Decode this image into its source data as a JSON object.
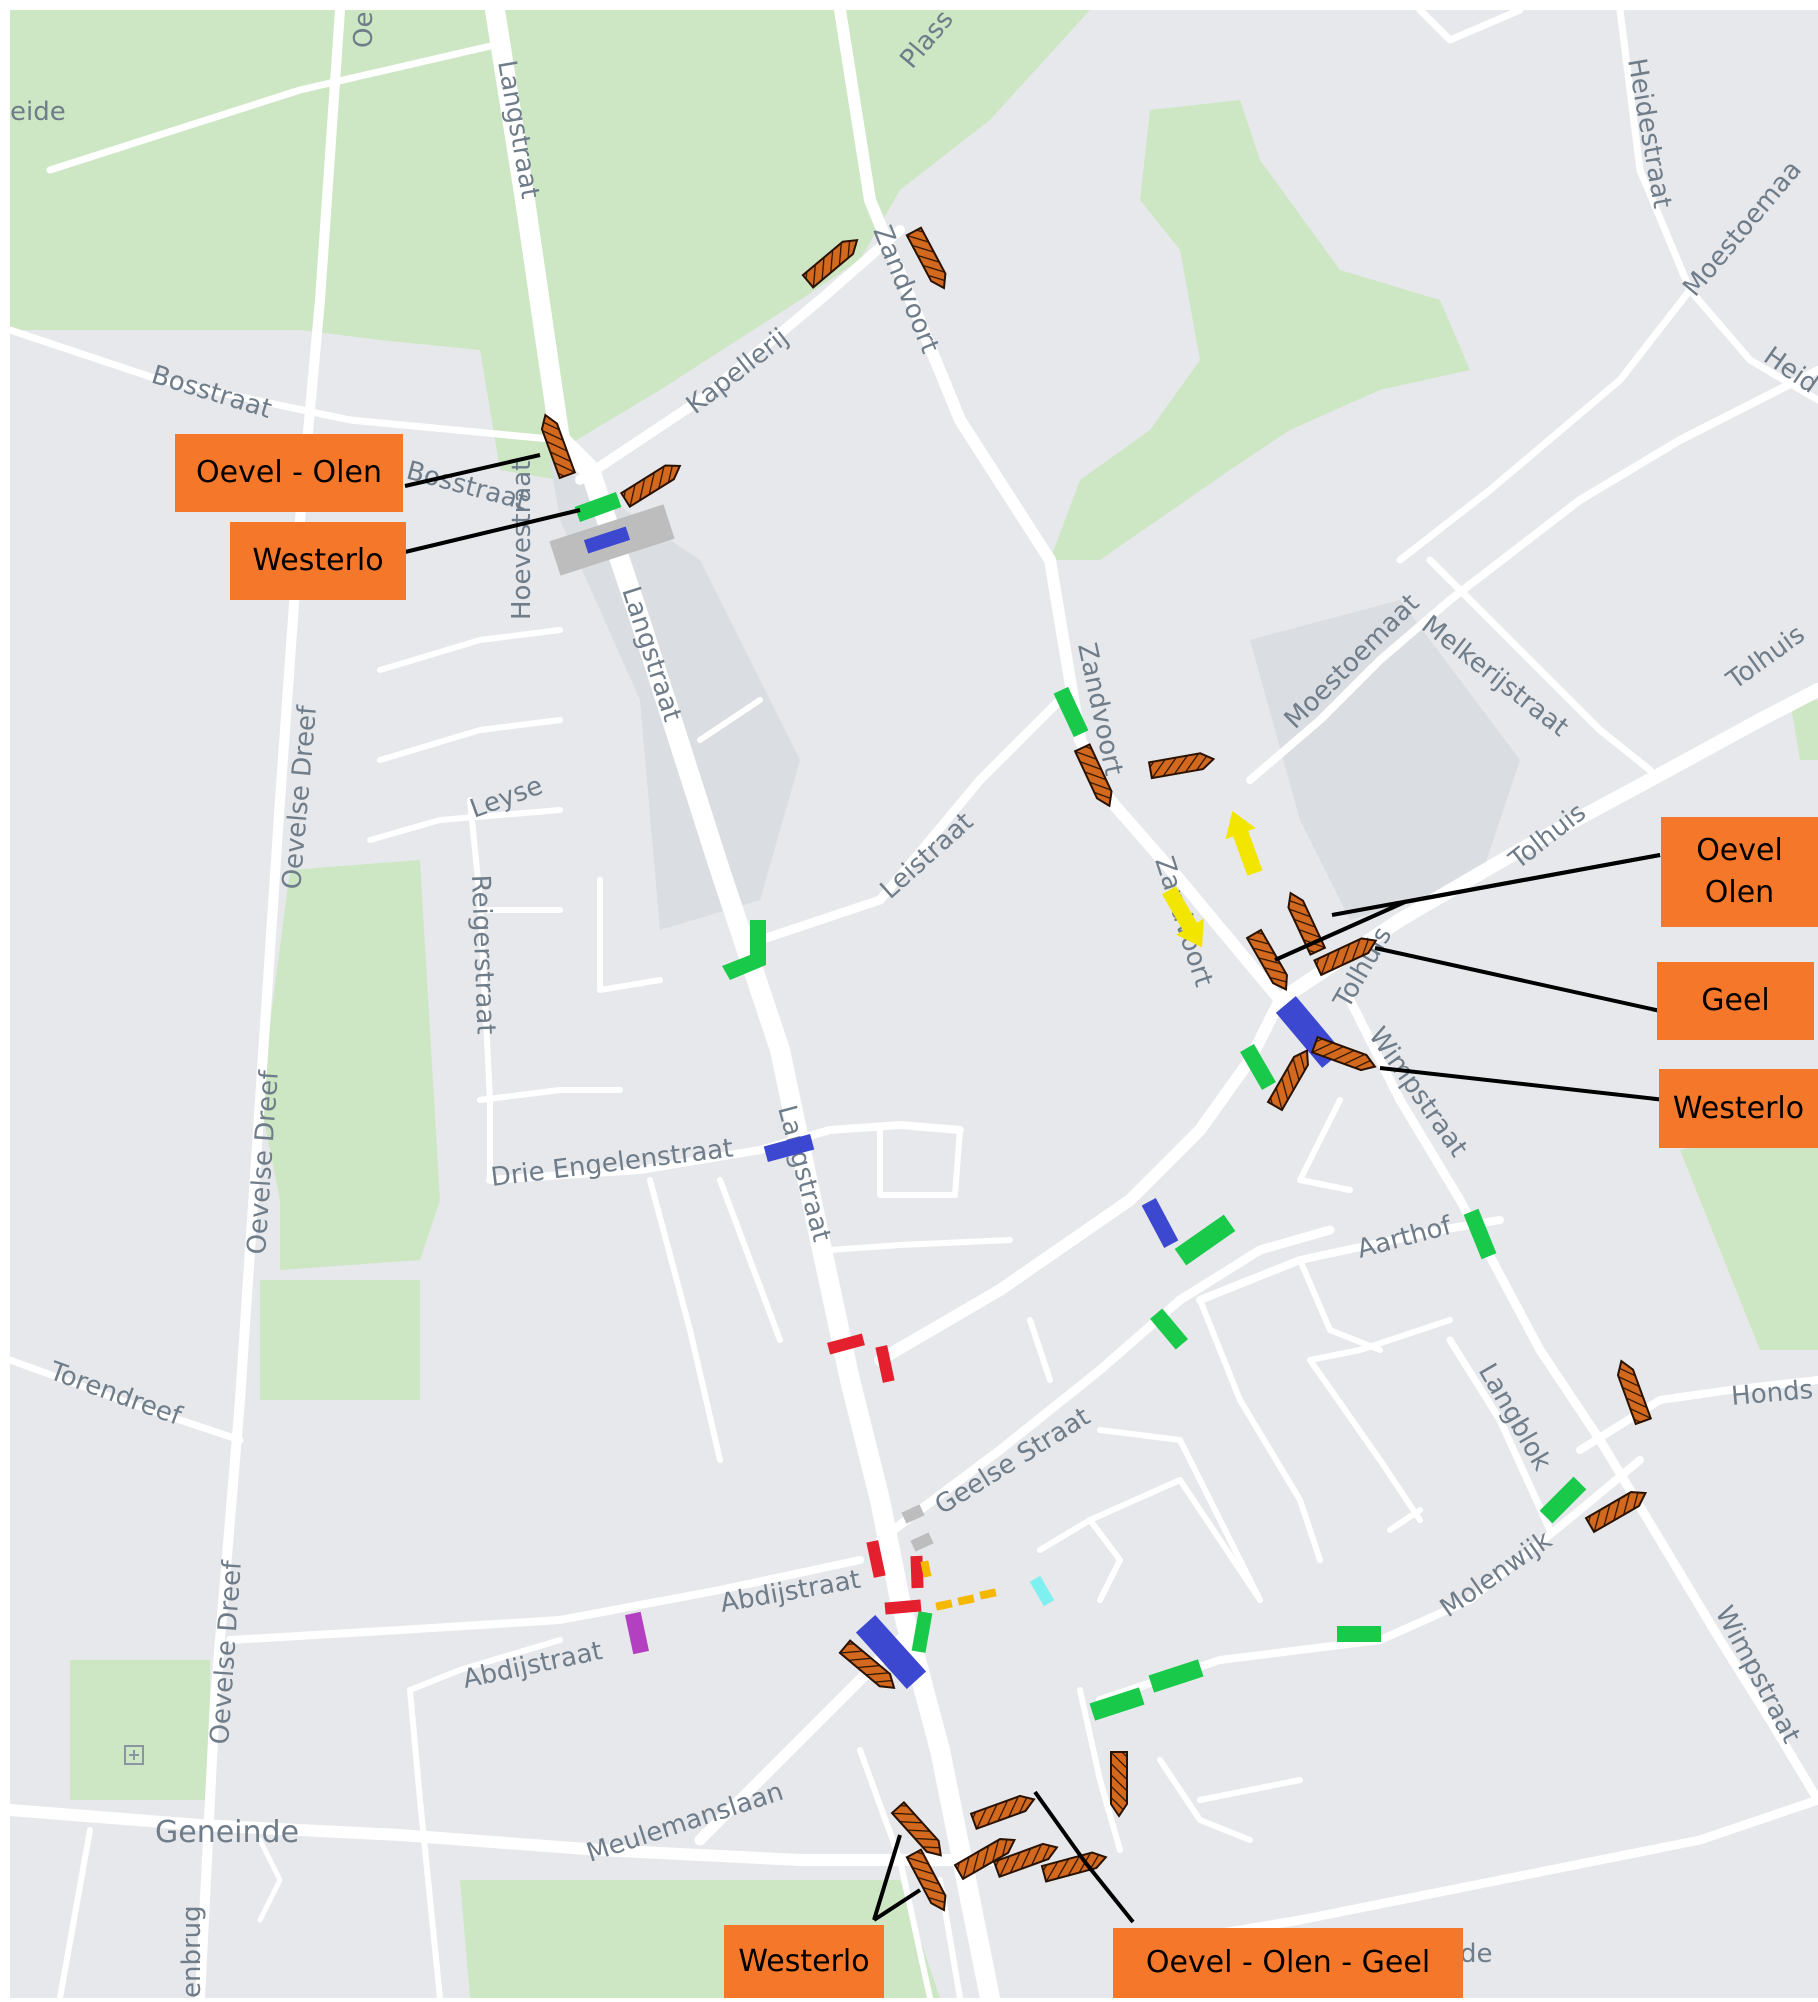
{
  "map": {
    "colors": {
      "background": "#e6e8eb",
      "green_area": "#cde7c4",
      "road": "#ffffff",
      "label": "#6f7c89",
      "callout_bg": "#f5782a",
      "detour_sign": "#d2691e",
      "marker_green": "#19c94a",
      "marker_blue": "#3c48d0",
      "marker_red": "#e5202e",
      "marker_yellow": "#f2e600",
      "marker_purple": "#b340c0",
      "marker_cyan": "#7ff0f0",
      "marker_gray": "#bdbdbd",
      "marker_orange_dashed": "#f5b800"
    },
    "street_labels": {
      "oe_top": "Oe",
      "eide": "eide",
      "langstraat_top": "Langstraat",
      "plass": "Plass",
      "heidestraat": "Heidestraat",
      "moestoemaat_top": "Moestoemaa",
      "heid": "Heid",
      "bosstraat_a": "Bosstraat",
      "bosstraat_b": "Bosstraat",
      "kapellerij": "Kapellerij",
      "zandvoort_top": "Zandvoort",
      "langstraat_mid": "Langstraat",
      "hoevestraat": "Hoevestraat",
      "leyse": "Leyse",
      "oevelse_dreef_top": "Oevelse Dreef",
      "reigerstraat": "Reigerstraat",
      "zandvoort_mid": "Zandvoort",
      "moestoemaat": "Moestoemaat",
      "melkerijstraat": "Melkerijstraat",
      "tolhuis_right": "Tolhuis",
      "tolhuis_mid": "Tolhuis",
      "leistraat": "Leistraat",
      "zandvoort_low": "Zandvoort",
      "tolhuis_short": "Tolhuis",
      "wimpstraat_top": "Wimpstraat",
      "oevelse_dreef_mid": "Oevelse Dreef",
      "drie_engelenstraat": "Drie Engelenstraat",
      "langstraat_low": "Langstraat",
      "aarthof": "Aarthof",
      "torendreef": "Torendreef",
      "langblok": "Langblok",
      "honds": "Honds",
      "geelse_straat": "Geelse Straat",
      "abdijstraat_a": "Abdijstraat",
      "abdijstraat_b": "Abdijstraat",
      "molenwijk": "Molenwijk",
      "wimpstraat_low": "Wimpstraat",
      "oevelse_dreef_low": "Oevelse Dreef",
      "geneinde": "Geneinde",
      "meulemanslaan": "Meulemanslaan",
      "enbrug": "enbrug",
      "de": "de"
    },
    "callouts": {
      "oevel_olen_nw": "Oevel - Olen",
      "westerlo_nw": "Westerlo",
      "oevel_olen_e_1": "Oevel",
      "oevel_olen_e_2": "Olen",
      "geel_e": "Geel",
      "westerlo_e": "Westerlo",
      "westerlo_s": "Westerlo",
      "oevel_olen_geel_s": "Oevel - Olen - Geel"
    }
  }
}
